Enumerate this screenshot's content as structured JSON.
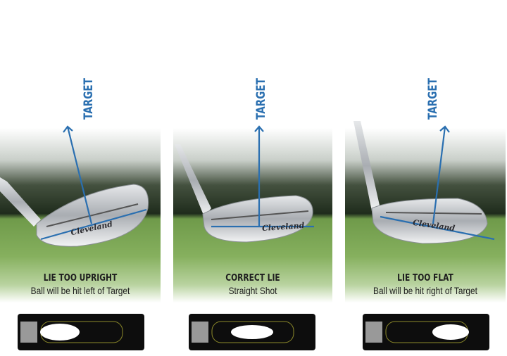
{
  "colors": {
    "arrow": "#2a6fb0",
    "grass": "#6f9a4a",
    "card": "#0d0d0d"
  },
  "brand": "Cleveland",
  "panels": [
    {
      "target": "TARGET",
      "title": "LIE TOO UPRIGHT",
      "subtitle": "Ball will be hit left of Target"
    },
    {
      "target": "TARGET",
      "title": "CORRECT LIE",
      "subtitle": "Straight Shot"
    },
    {
      "target": "TARGET",
      "title": "LIE TOO FLAT",
      "subtitle": "Ball will be hit right of Target"
    }
  ]
}
